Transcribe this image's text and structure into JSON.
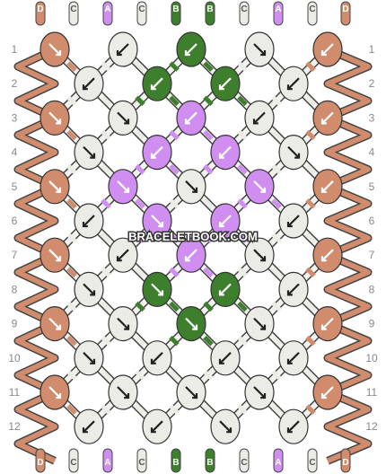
{
  "site": {
    "watermark": "BRACELETBOOK.COM"
  },
  "strings": {
    "top_letters": [
      "D",
      "C",
      "A",
      "C",
      "B",
      "B",
      "C",
      "A",
      "C",
      "D"
    ],
    "bottom_letters": [
      "D",
      "C",
      "A",
      "C",
      "B",
      "B",
      "C",
      "A",
      "C",
      "D"
    ],
    "colors": {
      "D": "#d08c6c",
      "C": "#ecece6",
      "A": "#d08ff0",
      "B": "#3e7f2e"
    }
  },
  "rows": {
    "labels": [
      "1",
      "2",
      "3",
      "4",
      "5",
      "6",
      "7",
      "8",
      "9",
      "10",
      "11",
      "12"
    ]
  },
  "knots": [
    [
      "D:se",
      "C:sw",
      "B:sw",
      "C:se",
      "D:sw"
    ],
    [
      "C:sw",
      "B:sw",
      "B:sw",
      "C:sw"
    ],
    [
      "D:se",
      "C:se",
      "A:sw",
      "C:sw",
      "D:sw"
    ],
    [
      "C:se",
      "A:sw",
      "A:sw",
      "C:se"
    ],
    [
      "D:se",
      "A:se",
      "C:se",
      "A:se",
      "D:sw"
    ],
    [
      "C:sw",
      "A:se",
      "A:sw",
      "C:sw"
    ],
    [
      "D:se",
      "C:sw",
      "A:sw",
      "C:se",
      "D:sw"
    ],
    [
      "C:se",
      "B:se",
      "B:sw",
      "C:sw"
    ],
    [
      "D:se",
      "C:se",
      "B:se",
      "C:se",
      "D:sw"
    ],
    [
      "C:se",
      "C:sw",
      "C:sw",
      "C:sw"
    ],
    [
      "D:se",
      "C:se",
      "C:se",
      "C:se",
      "D:sw"
    ],
    [
      "C:sw",
      "C:sw",
      "C:se",
      "C:sw"
    ]
  ]
}
